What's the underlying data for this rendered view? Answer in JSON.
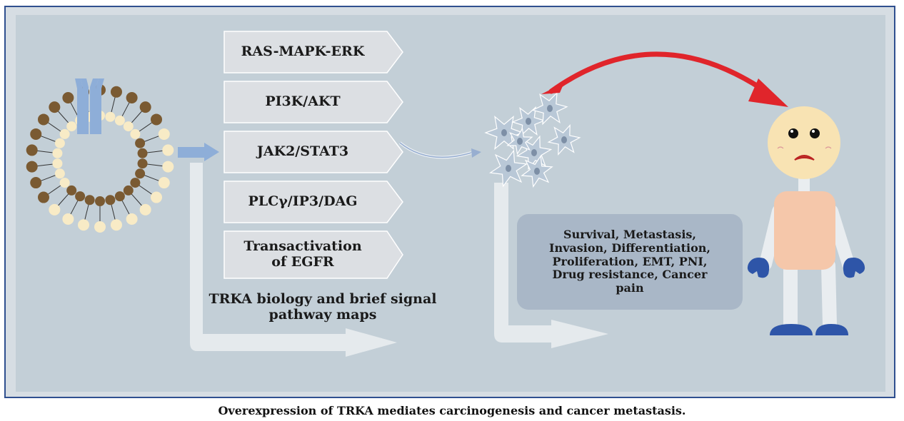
{
  "pathways": [
    "RAS-MAPK-ERK",
    "PI3K/AKT",
    "JAK2/STAT3",
    "PLCγ/IP3/DAG",
    "Transactivation\nof  EGFR"
  ],
  "map_label": "TRKA biology and brief signal\npathway maps",
  "outcomes": "Survival, Metastasis,\nInvasion, Differentiation,\nProliferation, EMT, PNI,\nDrug resistance, Cancer\npain",
  "caption": "Overexpression  of  TRKA  mediates  carcinogenesis  and  cancer  metastasis.",
  "colors": {
    "frame_border": "#2f4f8f",
    "panel_bg": "#c3cfd7",
    "lipid_dark": "#7a5a32",
    "lipid_light": "#f8ebc6",
    "receptor": "#8eaed8",
    "arrow_red": "#e0252b",
    "cell_fill": "#b9c8d7",
    "outcome_box": "#a9b7c7",
    "skin": "#f8e3b3",
    "body": "#f5c7aa",
    "hands_feet": "#2e55a8"
  }
}
